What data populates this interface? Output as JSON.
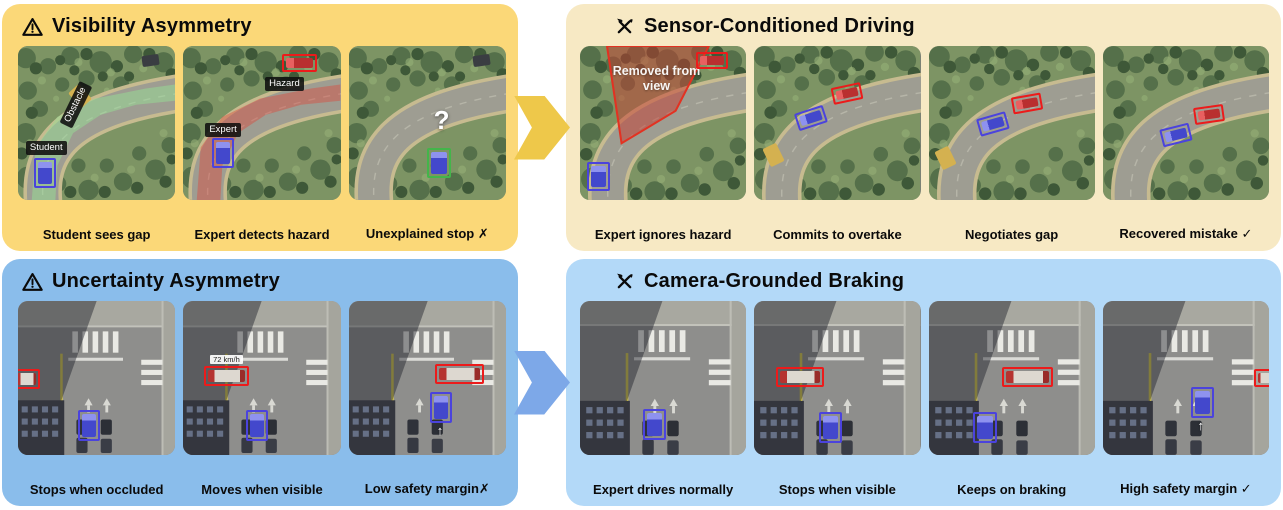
{
  "rows": [
    {
      "problem": {
        "title": "Visibility Asymmetry",
        "icon": "warning-icon",
        "panels": [
          {
            "caption": "Student sees gap"
          },
          {
            "caption": "Expert detects hazard"
          },
          {
            "caption": "Unexplained stop ✗"
          }
        ]
      },
      "solution": {
        "title": "Sensor-Conditioned Driving",
        "icon": "tools-icon",
        "panels": [
          {
            "caption": "Expert ignores hazard"
          },
          {
            "caption": "Commits to overtake"
          },
          {
            "caption": "Negotiates gap"
          },
          {
            "caption": "Recovered mistake ✓"
          }
        ]
      },
      "labels": {
        "student": "Student",
        "obstacle": "Obstacle",
        "expert": "Expert",
        "hazard": "Hazard",
        "question_mark": "?",
        "removed_from_view": "Removed from view"
      },
      "colors": {
        "problem_bg": "#fbd878",
        "solution_bg": "#f7e9c4",
        "arrow": "#eec84a"
      }
    },
    {
      "problem": {
        "title": "Uncertainty Asymmetry",
        "icon": "warning-icon",
        "panels": [
          {
            "caption": "Stops when occluded"
          },
          {
            "caption": "Moves when visible"
          },
          {
            "caption": "Low safety margin✗"
          }
        ]
      },
      "solution": {
        "title": "Camera-Grounded Braking",
        "icon": "tools-icon",
        "panels": [
          {
            "caption": "Expert drives normally"
          },
          {
            "caption": "Stops when visible"
          },
          {
            "caption": "Keeps on braking"
          },
          {
            "caption": "High safety margin ✓"
          }
        ]
      },
      "labels": {
        "speed": "72 km/h"
      },
      "colors": {
        "problem_bg": "#8abdeb",
        "solution_bg": "#b3d9f8",
        "arrow": "#7da8e8"
      }
    }
  ],
  "bbox_colors": {
    "hazard": "#ec1b1b",
    "ego": "#4b43dd",
    "stop": "#43b54a"
  }
}
